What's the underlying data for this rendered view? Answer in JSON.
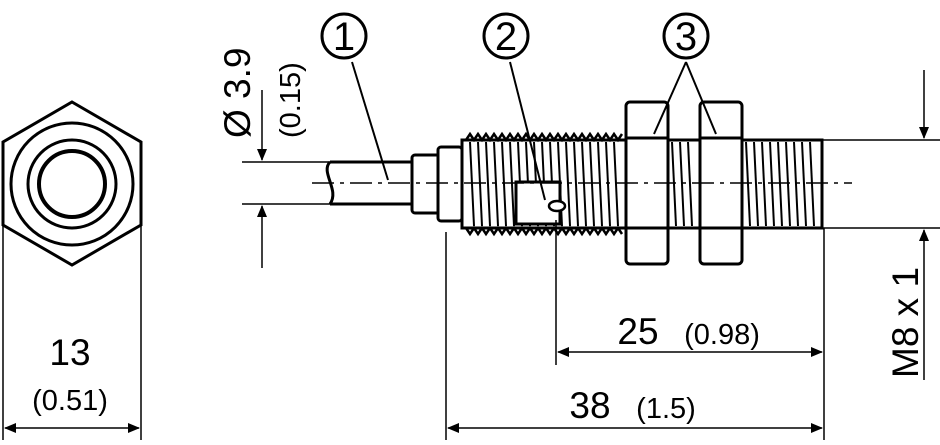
{
  "callouts": {
    "one": "1",
    "two": "2",
    "three": "3"
  },
  "dimensions": {
    "hex_width": {
      "value": "13",
      "imperial": "(0.51)"
    },
    "cable_diameter": {
      "value": "Ø 3.9",
      "imperial": "(0.15)"
    },
    "thread_length": {
      "value": "25",
      "imperial": "(0.98)"
    },
    "total_length": {
      "value": "38",
      "imperial": "(1.5)"
    },
    "thread_spec": {
      "value": "M8 x 1"
    }
  },
  "colors": {
    "line": "#000000",
    "background": "#ffffff"
  }
}
